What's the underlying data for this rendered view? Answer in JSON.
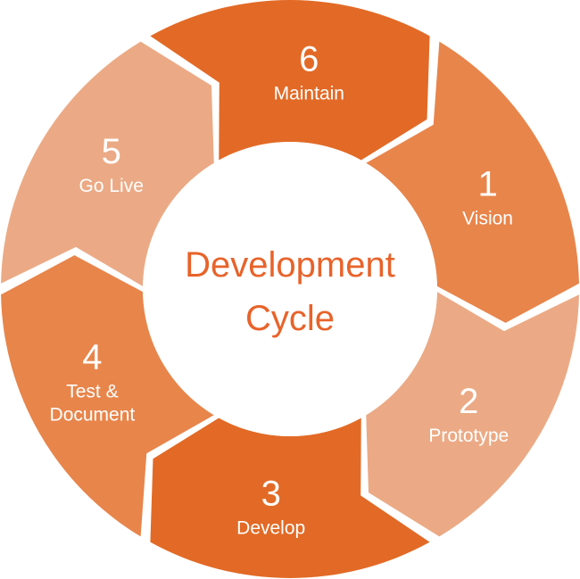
{
  "center": {
    "line1": "Development",
    "line2": "Cycle",
    "color": "#e8632a"
  },
  "palette": {
    "dark": "#e26a26",
    "medium": "#e8854b",
    "light": "#ebaa85"
  },
  "steps": [
    {
      "number": "1",
      "label": [
        "Vision"
      ],
      "tone": "medium"
    },
    {
      "number": "2",
      "label": [
        "Prototype"
      ],
      "tone": "light"
    },
    {
      "number": "3",
      "label": [
        "Develop"
      ],
      "tone": "dark"
    },
    {
      "number": "4",
      "label": [
        "Test &",
        "Document"
      ],
      "tone": "medium"
    },
    {
      "number": "5",
      "label": [
        "Go Live"
      ],
      "tone": "light"
    },
    {
      "number": "6",
      "label": [
        "Maintain"
      ],
      "tone": "dark"
    }
  ]
}
